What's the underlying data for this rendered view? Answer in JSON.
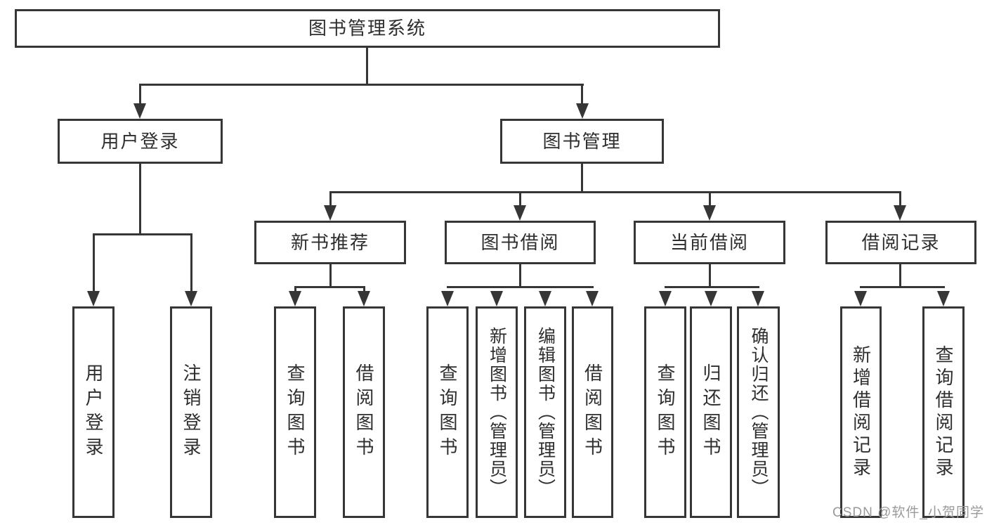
{
  "diagram": {
    "title": "图书管理系统",
    "watermark": "CSDN @软件_小贺同学",
    "colors": {
      "line": "#363636",
      "text": "#2e2e2e",
      "background": "#ffffff",
      "watermark": "#9a9a9a"
    },
    "nodes": {
      "root": "图书管理系统",
      "userLoginBranch": "用户登录",
      "bookManagement": "图书管理",
      "newBookRecommend": "新书推荐",
      "bookBorrow": "图书借阅",
      "currentBorrow": "当前借阅",
      "borrowRecords": "借阅记录",
      "userLogin": "用户登录",
      "logoutLogin": "注销登录",
      "nbrQueryBooks": "查询图书",
      "nbrBorrowBooks": "借阅图书",
      "bbQueryBooks": "查询图书",
      "bbAddBooks": "新增图书（管理员）",
      "bbEditBooks": "编辑图书（管理员）",
      "bbBorrowBooks": "借阅图书",
      "cbQueryBooks": "查询图书",
      "cbReturnBooks": "归还图书",
      "cbConfirmReturn": "确认归还（管理员）",
      "brAddRecord": "新增借阅记录",
      "brQueryRecord": "查询借阅记录"
    }
  }
}
